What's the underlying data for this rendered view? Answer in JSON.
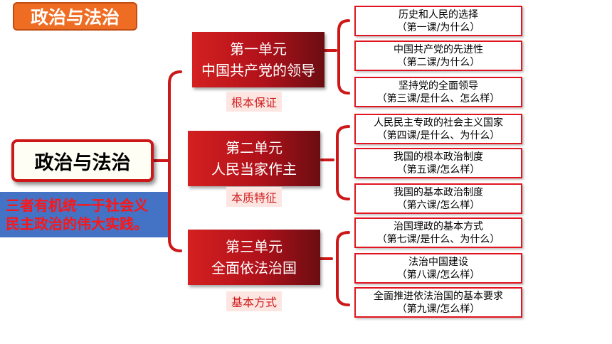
{
  "slide_title": "政治与法治",
  "root": {
    "label": "政治与法治"
  },
  "summary": {
    "line1": "三者有机统一于社会义",
    "line2": "民主政治的伟大实践。"
  },
  "units": [
    {
      "name": "第一单元",
      "topic": "中国共产党的领导",
      "role": "根本保证",
      "lessons": [
        {
          "title": "历史和人民的选择",
          "note": "（第一课/为什么）"
        },
        {
          "title": "中国共产党的先进性",
          "note": "（第二课/为什么）"
        },
        {
          "title": "坚持党的全面领导",
          "note": "（第三课/是什么、怎么样）"
        }
      ]
    },
    {
      "name": "第二单元",
      "topic": "人民当家作主",
      "role": "本质特征",
      "lessons": [
        {
          "title": "人民民主专政的社会主义国家",
          "note": "（第四课/是什么、为什么）"
        },
        {
          "title": "我国的根本政治制度",
          "note": "（第五课/怎么样）"
        },
        {
          "title": "我国的基本政治制度",
          "note": "（第六课/怎么样）"
        }
      ]
    },
    {
      "name": "第三单元",
      "topic": "全面依法治国",
      "role": "基本方式",
      "lessons": [
        {
          "title": "治国理政的基本方式",
          "note": "（第七课/是什么、为什么）"
        },
        {
          "title": "法治中国建设",
          "note": "（第八课/怎么样）"
        },
        {
          "title": "全面推进依法治国的基本要求",
          "note": "（第九课/怎么样）"
        }
      ]
    }
  ],
  "colors": {
    "accent_red": "#cc1818",
    "title_orange": "#ef6c23",
    "summary_blue": "#4472c4"
  }
}
